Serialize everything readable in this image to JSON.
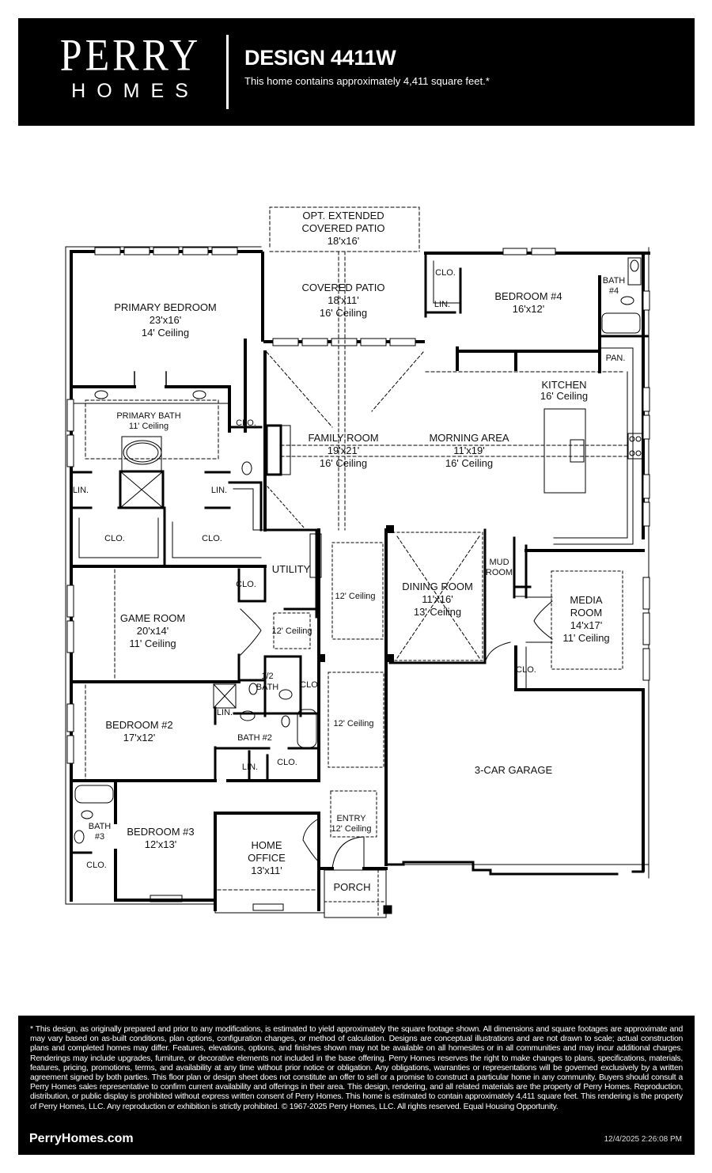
{
  "header": {
    "brand_top": "PERRY",
    "brand_bottom": "HOMES",
    "design_title": "DESIGN 4411W",
    "subtitle": "This home contains approximately 4,411 square feet.*"
  },
  "rooms": {
    "opt_patio": {
      "name_line1": "OPT. EXTENDED",
      "name_line2": "COVERED PATIO",
      "size": "18'x16'"
    },
    "covered_patio": {
      "name": "COVERED PATIO",
      "size": "18'x11'",
      "ceiling": "16' Ceiling"
    },
    "primary_bedroom": {
      "name": "PRIMARY BEDROOM",
      "size": "23'x16'",
      "ceiling": "14' Ceiling"
    },
    "bedroom4": {
      "name": "BEDROOM #4",
      "size": "16'x12'"
    },
    "bath4": {
      "name_line1": "BATH",
      "name_line2": "#4"
    },
    "pantry": {
      "name": "PAN."
    },
    "kitchen": {
      "name": "KITCHEN",
      "ceiling": "16' Ceiling"
    },
    "primary_bath": {
      "name": "PRIMARY BATH",
      "ceiling": "11' Ceiling"
    },
    "family_room": {
      "name": "FAMILY ROOM",
      "size": "19'x21'",
      "ceiling": "16' Ceiling"
    },
    "morning_area": {
      "name": "MORNING AREA",
      "size": "11'x19'",
      "ceiling": "16' Ceiling"
    },
    "utility": {
      "name": "UTILITY"
    },
    "game_room": {
      "name": "GAME ROOM",
      "size": "20'x14'",
      "ceiling": "11' Ceiling"
    },
    "hall_ceiling": {
      "ceiling": "12' Ceiling"
    },
    "gallery_ceiling_upper": {
      "ceiling": "12' Ceiling"
    },
    "gallery_ceiling_lower": {
      "ceiling": "12' Ceiling"
    },
    "dining_room": {
      "name": "DINING ROOM",
      "size": "11'x16'",
      "ceiling": "13' Ceiling"
    },
    "mud_room": {
      "name_line1": "MUD",
      "name_line2": "ROOM"
    },
    "media_room": {
      "name_line1": "MEDIA",
      "name_line2": "ROOM",
      "size": "14'x17'",
      "ceiling": "11' Ceiling"
    },
    "half_bath": {
      "name_line1": "1/2",
      "name_line2": "BATH"
    },
    "bedroom2": {
      "name": "BEDROOM #2",
      "size": "17'x12'"
    },
    "bath2": {
      "name": "BATH #2"
    },
    "garage": {
      "name": "3-CAR GARAGE"
    },
    "bath3": {
      "name_line1": "BATH",
      "name_line2": "#3"
    },
    "bedroom3": {
      "name": "BEDROOM #3",
      "size": "12'x13'"
    },
    "home_office": {
      "name_line1": "HOME",
      "name_line2": "OFFICE",
      "size": "13'x11'"
    },
    "entry": {
      "name": "ENTRY",
      "ceiling": "12' Ceiling"
    },
    "porch": {
      "name": "PORCH"
    }
  },
  "labels": {
    "clo": "CLO.",
    "lin": "LIN."
  },
  "footer": {
    "disclaimer": "* This design, as originally prepared and prior to any modifications, is estimated to yield approximately the square footage shown. All dimensions and square footages are approximate and may vary based on as-built conditions, plan options, configuration changes, or method of calculation. Designs are conceptual illustrations and are not drawn to scale; actual construction plans and completed homes may differ. Features, elevations, options, and finishes shown may not be available on all homesites or in all communities and may incur additional charges. Renderings may include upgrades, furniture, or decorative elements not included in the base offering. Perry Homes reserves the right to make changes to plans, specifications, materials, features, pricing, promotions, terms, and availability at any time without prior notice or obligation. Any obligations, warranties or representations will be governed exclusively by a written agreement signed by both parties. This floor plan or design sheet does not constitute an offer to sell or a promise to construct a particular home in any community. Buyers should consult a Perry Homes sales representative to confirm current availability and offerings in their area. This design, rendering, and all related materials are the property of Perry Homes. Reproduction, distribution, or public display is prohibited without express written consent of Perry Homes. This home is estimated to contain approximately 4,411 square feet. This rendering is the property of Perry Homes, LLC. Any reproduction or exhibition is strictly prohibited. © 1967-2025 Perry Homes, LLC. All rights reserved. Equal Housing Opportunity.",
    "website": "PerryHomes.com",
    "timestamp": "12/4/2025 2:26:08 PM"
  }
}
